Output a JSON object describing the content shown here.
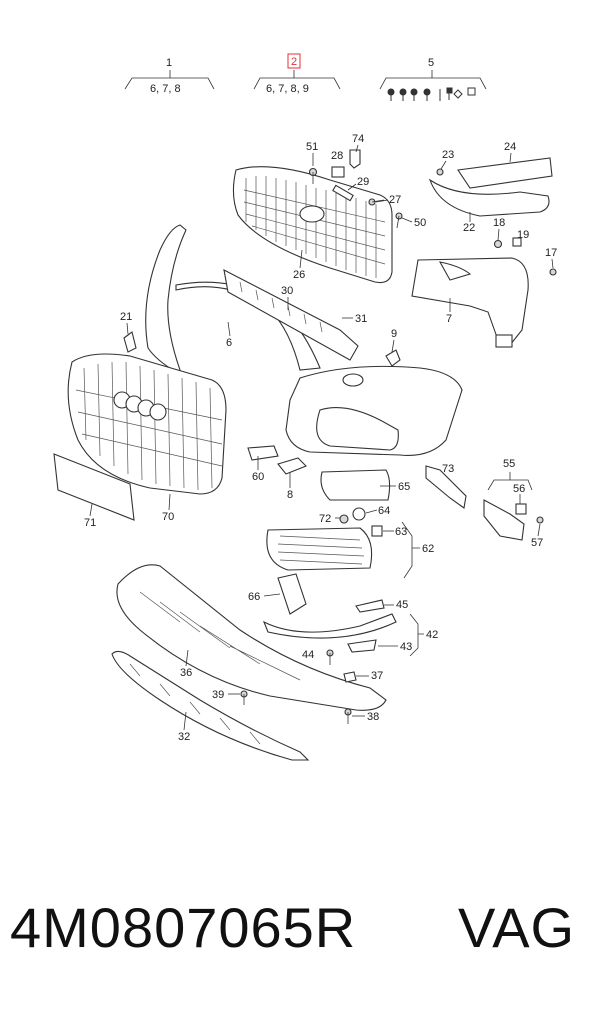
{
  "header_groups": [
    {
      "id": "1",
      "refs": "6, 7, 8",
      "highlighted": false
    },
    {
      "id": "2",
      "refs": "6, 7, 8, 9",
      "highlighted": true
    },
    {
      "id": "5",
      "refs": "",
      "highlighted": false
    }
  ],
  "callouts": [
    "74",
    "51",
    "28",
    "29",
    "27",
    "50",
    "26",
    "30",
    "31",
    "9",
    "6",
    "21",
    "7",
    "23",
    "24",
    "22",
    "18",
    "19",
    "17",
    "60",
    "8",
    "65",
    "73",
    "55",
    "56",
    "57",
    "72",
    "64",
    "63",
    "62",
    "66",
    "45",
    "42",
    "44",
    "43",
    "37",
    "36",
    "39",
    "38",
    "32",
    "70",
    "71"
  ],
  "footer": {
    "part_number": "4M0807065R",
    "brand": "VAG"
  },
  "colors": {
    "highlight": "#e0303a",
    "line": "#333333"
  }
}
